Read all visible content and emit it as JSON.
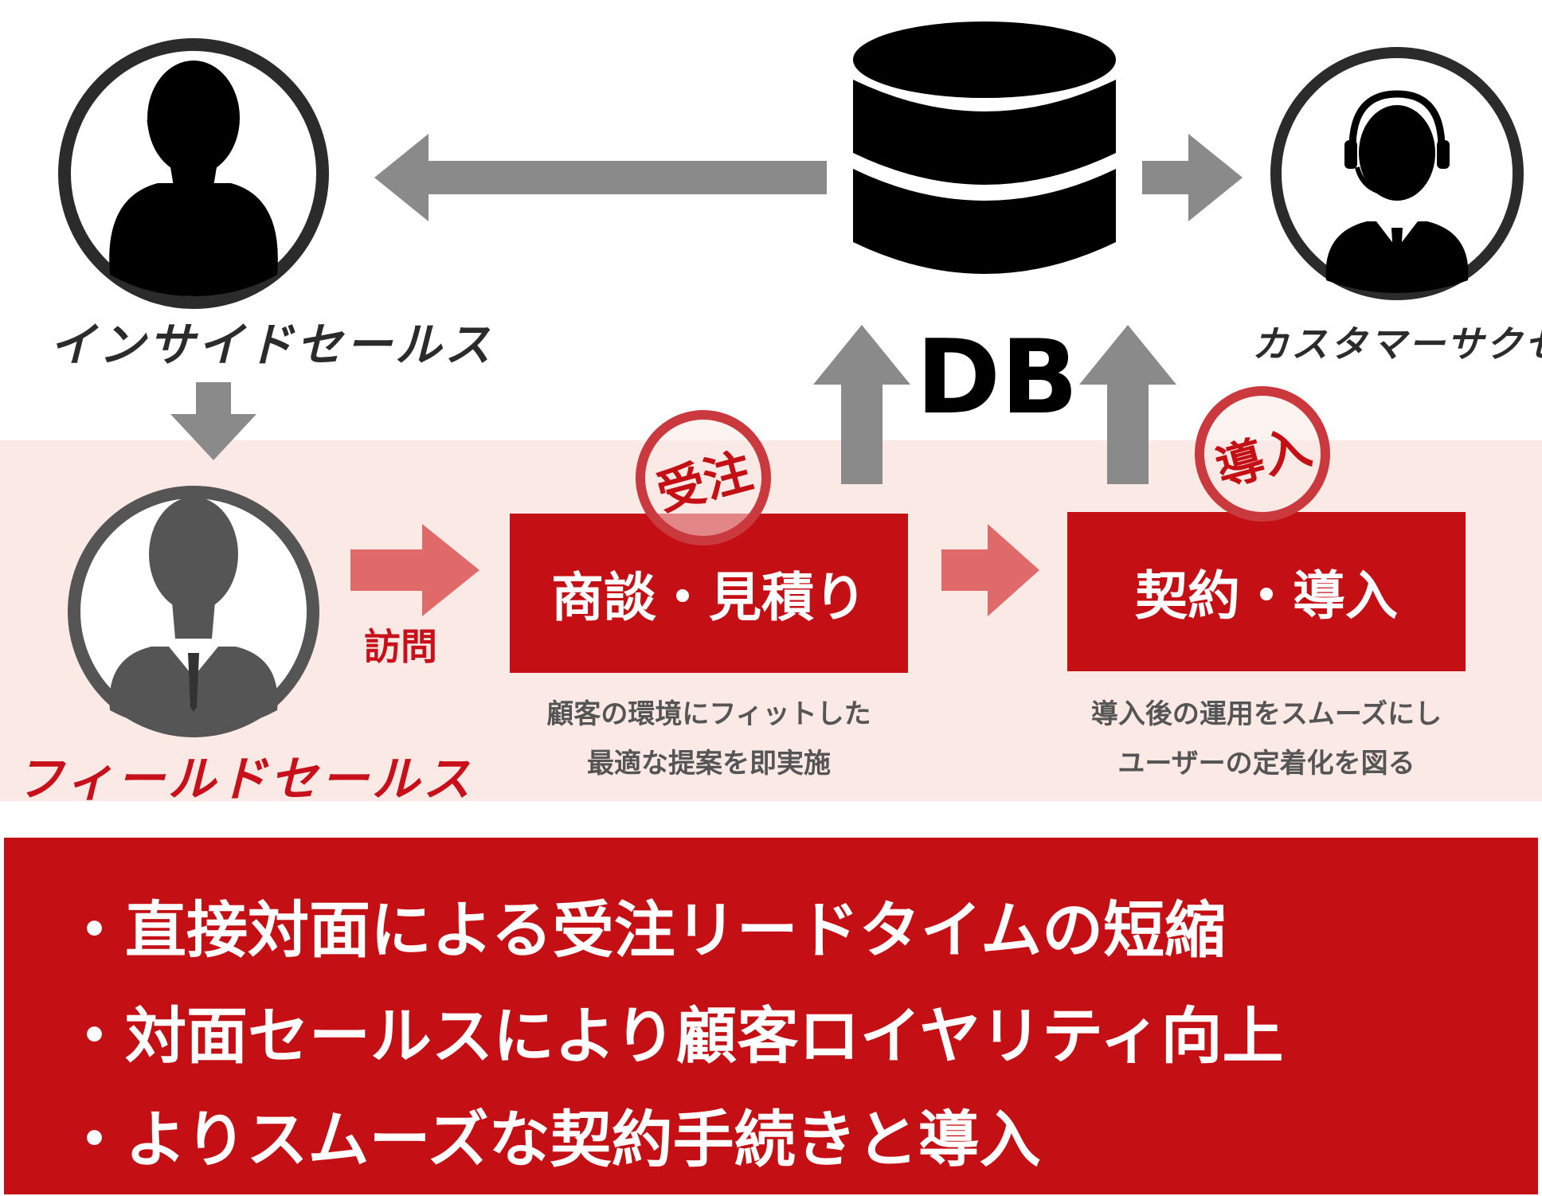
{
  "roles": {
    "inside_sales": "インサイドセールス",
    "customer_success": "カスタマーサクセス",
    "field_sales": "フィールドセールス"
  },
  "database": {
    "label": "DB"
  },
  "flow": {
    "visit_label": "訪問",
    "stage1": {
      "title": "商談・見積り",
      "stamp": "受注",
      "description_lines": [
        "顧客の環境にフィットした",
        "最適な提案を即実施"
      ]
    },
    "stage2": {
      "title": "契約・導入",
      "stamp": "導入",
      "description_lines": [
        "導入後の運用をスムーズにし",
        "ユーザーの定着化を図る"
      ]
    }
  },
  "benefits": [
    "・直接対面による受注リードタイムの短縮",
    "・対面セールスにより顧客ロイヤリティ向上",
    "・よりスムーズな契約手続きと導入"
  ],
  "colors": {
    "accent_red": "#c40f15",
    "arrow_gray": "#8a8a8a",
    "arrow_red": "#e06a6a",
    "band_pink": "#fbe9e6"
  }
}
